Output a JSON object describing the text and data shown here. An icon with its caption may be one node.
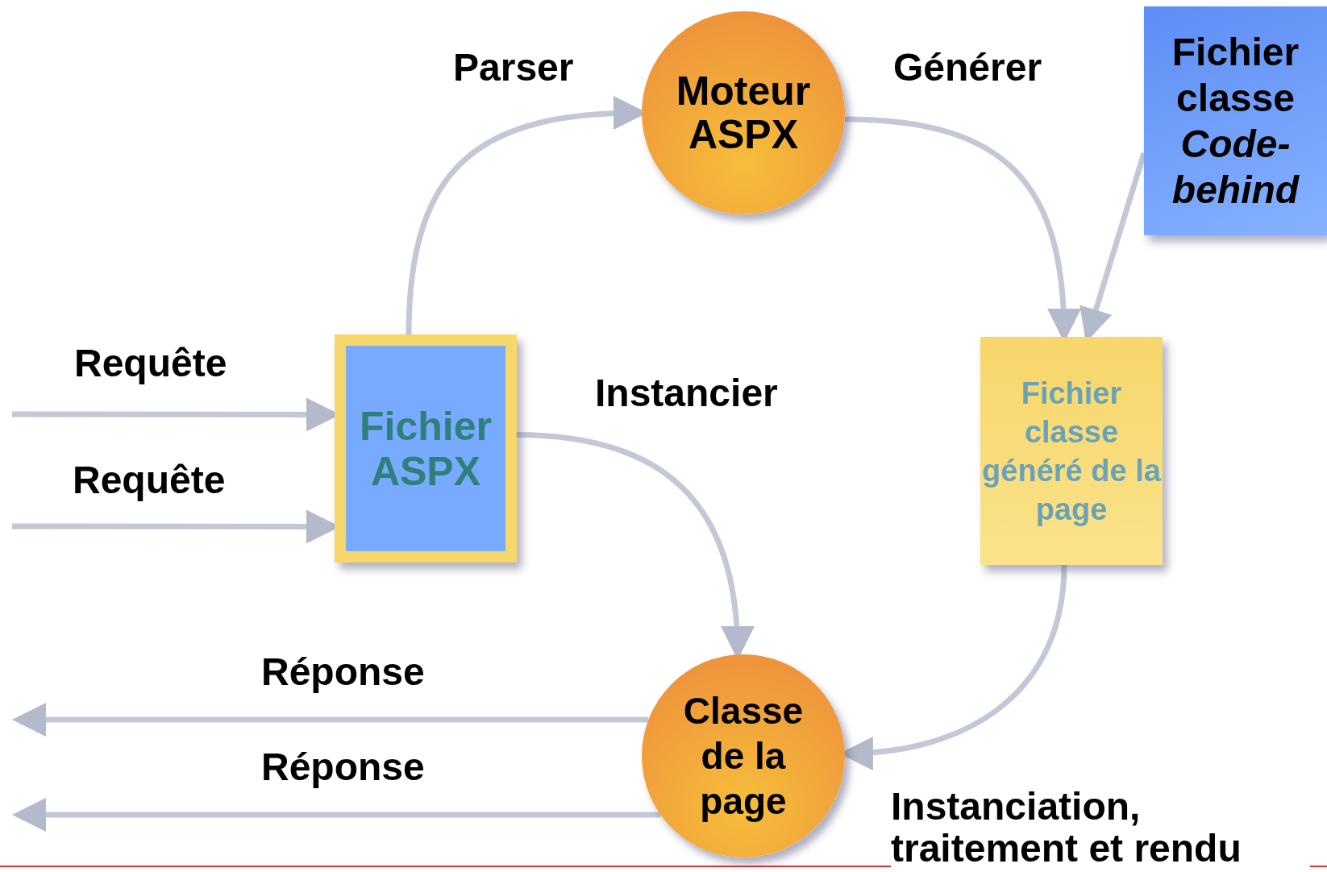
{
  "diagram": {
    "nodes": [
      {
        "text": [
          "Moteur ASPX"
        ]
      },
      {
        "text": [
          "Fichier classe *Code-behind*"
        ]
      },
      {
        "text": [
          "Fichier ASPX"
        ]
      },
      {
        "text": [
          "Fichier classe généré de la page"
        ]
      },
      {
        "text": [
          "Classe de la page"
        ]
      }
    ],
    "edges": [
      {
        "from": 2,
        "to": 0,
        "arrow": "to",
        "label": "Parser"
      },
      {
        "from": 0,
        "to": 3,
        "arrow": "to",
        "label": "Générer"
      },
      {
        "from": 1,
        "to": 3,
        "arrow": "to"
      },
      {
        "from": 2,
        "to": 4,
        "arrow": "to",
        "label": "Instancier"
      },
      {
        "from": 3,
        "to": 4,
        "arrow": "to",
        "label": "Instanciation, traitement et rendu"
      },
      {
        "from": null,
        "to": 2,
        "arrow": "to",
        "label": "Requête"
      },
      {
        "from": null,
        "to": 2,
        "arrow": "to",
        "label": "Requête"
      },
      {
        "from": 4,
        "to": null,
        "arrow": "to",
        "label": "Réponse"
      },
      {
        "from": 4,
        "to": null,
        "arrow": "to",
        "label": "Réponse"
      }
    ]
  }
}
